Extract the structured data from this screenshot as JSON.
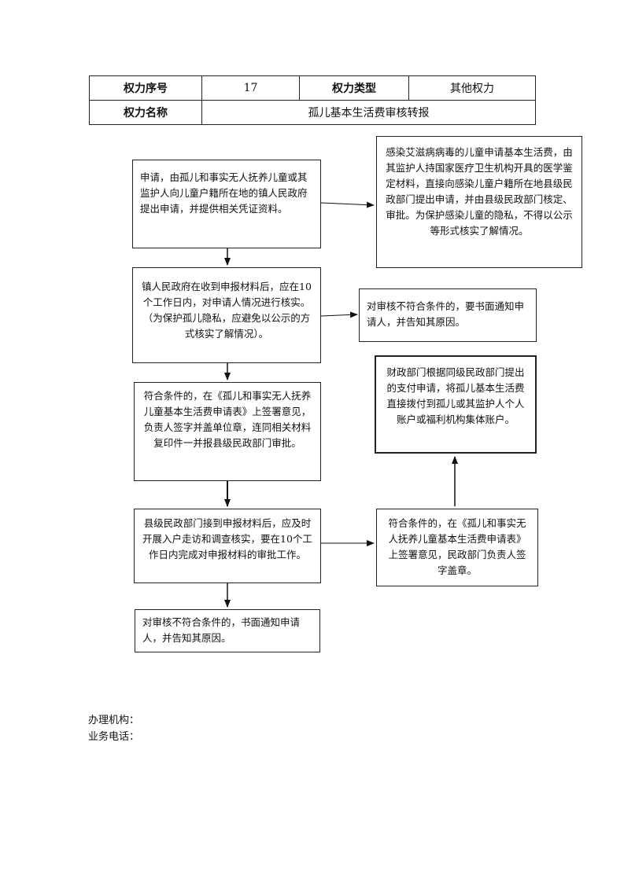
{
  "header": {
    "seq_label": "权力序号",
    "seq_value": "17",
    "type_label": "权力类型",
    "type_value": "其他权力",
    "name_label": "权力名称",
    "name_value": "孤儿基本生活费审核转报"
  },
  "flow": {
    "step1": "申请，由孤儿和事实无人抚养儿童或其监护人向儿童户籍所在地的镇人民政府提出申请，并提供相关凭证资料。",
    "aids_note": "感染艾滋病病毒的儿童申请基本生活费，由其监护人持国家医疗卫生机构开具的医学鉴定材料，直接向感染儿童户籍所在地县级民政部门提出申请，并由县级民政部门核定、审批。为保护感染儿童的隐私，不得以公示等形式核实了解情况。",
    "step2": "镇人民政府在收到申报材料后，应在10个工作日内，对申请人情况进行核实。（为保护孤儿隐私，应避免以公示的方式核实了解情况）。",
    "reject1": "对审核不符合条件的，要书面通知申请人，并告知其原因。",
    "step3": "符合条件的，在《孤儿和事实无人抚养儿童基本生活费申请表》上签署意见，负责人签字并盖单位章，连同相关材料复印件一并报县级民政部门审批。",
    "finance": "财政部门根据同级民政部门提出的支付申请，将孤儿基本生活费直接拨付到孤儿或其监护人个人账户或福利机构集体账户。",
    "step4": "县级民政部门接到申报材料后，应及时开展入户走访和调查核实，要在10个工作日内完成对申报材料的审批工作。",
    "approve": "符合条件的，在《孤儿和事实无人抚养儿童基本生活费申请表》上签署意见，民政部门负责人签字盖章。",
    "reject2": "对审核不符合条件的，书面通知申请人，并告知其原因。"
  },
  "footer": {
    "agency_label": "办理机构：",
    "phone_label": "业务电话："
  }
}
